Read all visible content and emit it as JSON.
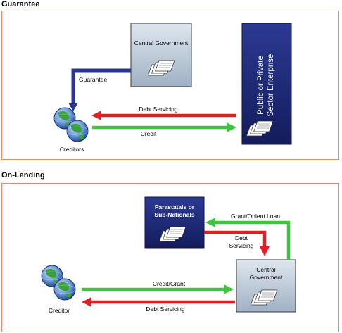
{
  "sections": {
    "guarantee": {
      "title": "Guarantee",
      "central_government": "Central Government",
      "enterprise_line1": "Public or Private",
      "enterprise_line2": "Sector Enterprise",
      "guarantee_label": "Guarantee",
      "debt_servicing_label": "Debt Servicing",
      "credit_label": "Credit",
      "creditors_label": "Creditors"
    },
    "on_lending": {
      "title": "On-Lending",
      "parastatals_line1": "Parastatals or",
      "parastatals_line2": "Sub-Nationals",
      "grant_onlent_label": "Grant/Onlent Loan",
      "debt_servicing_line1": "Debt",
      "debt_servicing_line2": "Servicing",
      "central_government": "Central Government",
      "credit_grant_label": "Credit/Grant",
      "debt_servicing_label": "Debt Servicing",
      "creditor_label": "Creditor"
    }
  },
  "colors": {
    "panel_border": "#e8866a",
    "navy_box": "#1e2a78",
    "gray_box": "#b9c7d6",
    "arrow_red": "#e02020",
    "arrow_green": "#3ec43e",
    "arrow_blue": "#2a3590"
  },
  "icons": [
    "document-stack-icon",
    "globe-icon"
  ]
}
